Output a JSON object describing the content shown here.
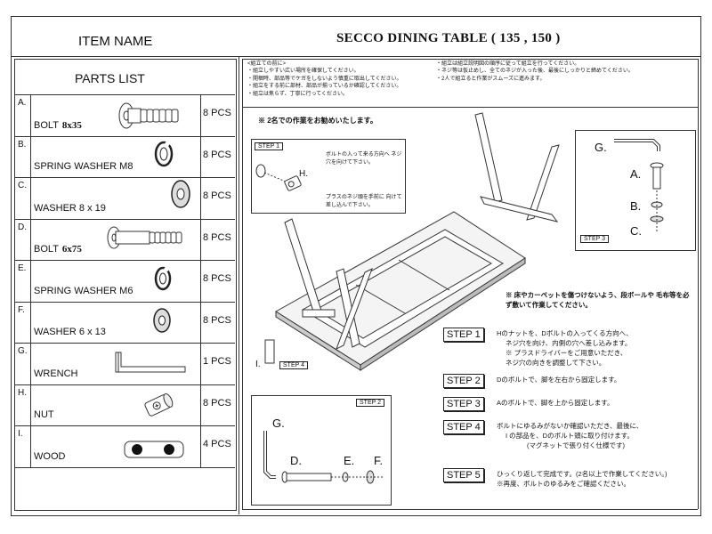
{
  "header": {
    "item_name_label": "ITEM NAME",
    "product_title": "SECCO DINING TABLE ( 135 , 150 )"
  },
  "parts_list": {
    "title": "PARTS LIST",
    "items": [
      {
        "letter": "A.",
        "name": "BOLT",
        "size": "8x35",
        "qty": "8 PCS",
        "icon": "bolt-icon"
      },
      {
        "letter": "B.",
        "name": "SPRING WASHER M8",
        "size": "",
        "qty": "8 PCS",
        "icon": "spring-washer-icon"
      },
      {
        "letter": "C.",
        "name": "WASHER 8 x 19",
        "size": "",
        "qty": "8 PCS",
        "icon": "washer-icon"
      },
      {
        "letter": "D.",
        "name": "BOLT",
        "size": "6x75",
        "qty": "8 PCS",
        "icon": "long-bolt-icon"
      },
      {
        "letter": "E.",
        "name": "SPRING WASHER M6",
        "size": "",
        "qty": "8 PCS",
        "icon": "spring-washer-icon"
      },
      {
        "letter": "F.",
        "name": "WASHER 6 x 13",
        "size": "",
        "qty": "8 PCS",
        "icon": "washer-icon"
      },
      {
        "letter": "G.",
        "name": "WRENCH",
        "size": "",
        "qty": "1 PCS",
        "icon": "hex-wrench-icon"
      },
      {
        "letter": "H.",
        "name": "NUT",
        "size": "",
        "qty": "8 PCS",
        "icon": "barrel-nut-icon"
      },
      {
        "letter": "I.",
        "name": "WOOD",
        "size": "",
        "qty": "4 PCS",
        "icon": "wood-plate-icon"
      }
    ]
  },
  "notes": {
    "left": [
      "<組立ての前に>",
      "・組立しやすい広い場所を確保してください。",
      "・開梱時、部品等でケガをしないよう慎重に取出してください。",
      "・組立をする前に部材、部品が揃っているか確認してください。",
      "・組立は焦らず、丁寧に行ってください。"
    ],
    "right": [
      "・組立は組立説明図の順序に従って組立を行ってください。",
      "・ネジ等は仮止めし、全てのネジが入った後、最後にしっかりと締めてください。",
      "・2人で組立ると作業がスムーズに進みます。"
    ],
    "recommend": "※  2名での作業をお勧めいたします。"
  },
  "diagram": {
    "step1_tag": "STEP 1",
    "step1_note_a": "ボルトの入って来る方向へ ネジ穴を向けて下さい。",
    "step1_note_b": "プラスのネジ頭を手前に 向けて差し込んで下さい。",
    "step1_label_h": "H.",
    "step3_tag": "STEP 3",
    "step3_labels": [
      "G.",
      "A.",
      "B.",
      "C."
    ],
    "step4_tag": "STEP 4",
    "step4_label_i": "I.",
    "step2_tag": "STEP 2",
    "step2_labels": [
      "G.",
      "D.",
      "E.",
      "F."
    ],
    "carpet_note": "※  床やカーペットを傷つけないよう、段ボールや 毛布等を必ず敷いて作業してください。"
  },
  "steps": [
    {
      "label": "STEP 1",
      "lines": [
        "Hのナットを、Dボルトの入ってくる方向へ、",
        "ネジ穴を向け、内側の穴へ差し込みます。",
        "※  プラスドライバーをご用意いただき、",
        "ネジ穴の向きを調整して下さい。"
      ]
    },
    {
      "label": "STEP 2",
      "lines": [
        "Dのボルトで、脚を左右から固定します。"
      ]
    },
    {
      "label": "STEP 3",
      "lines": [
        "Aのボルトで、脚を上から固定します。"
      ]
    },
    {
      "label": "STEP 4",
      "lines": [
        "ボルトにゆるみがないか確認いただき、最後に、",
        "I の部品を、Dのボルト頭に取り付けます。",
        "(マグネットで張り付く仕様です)"
      ]
    },
    {
      "label": "STEP 5",
      "lines": [
        "ひっくり返して完成です。(2名以上で作業してください。)",
        "※再度、ボルトのゆるみをご確認ください。"
      ]
    }
  ]
}
